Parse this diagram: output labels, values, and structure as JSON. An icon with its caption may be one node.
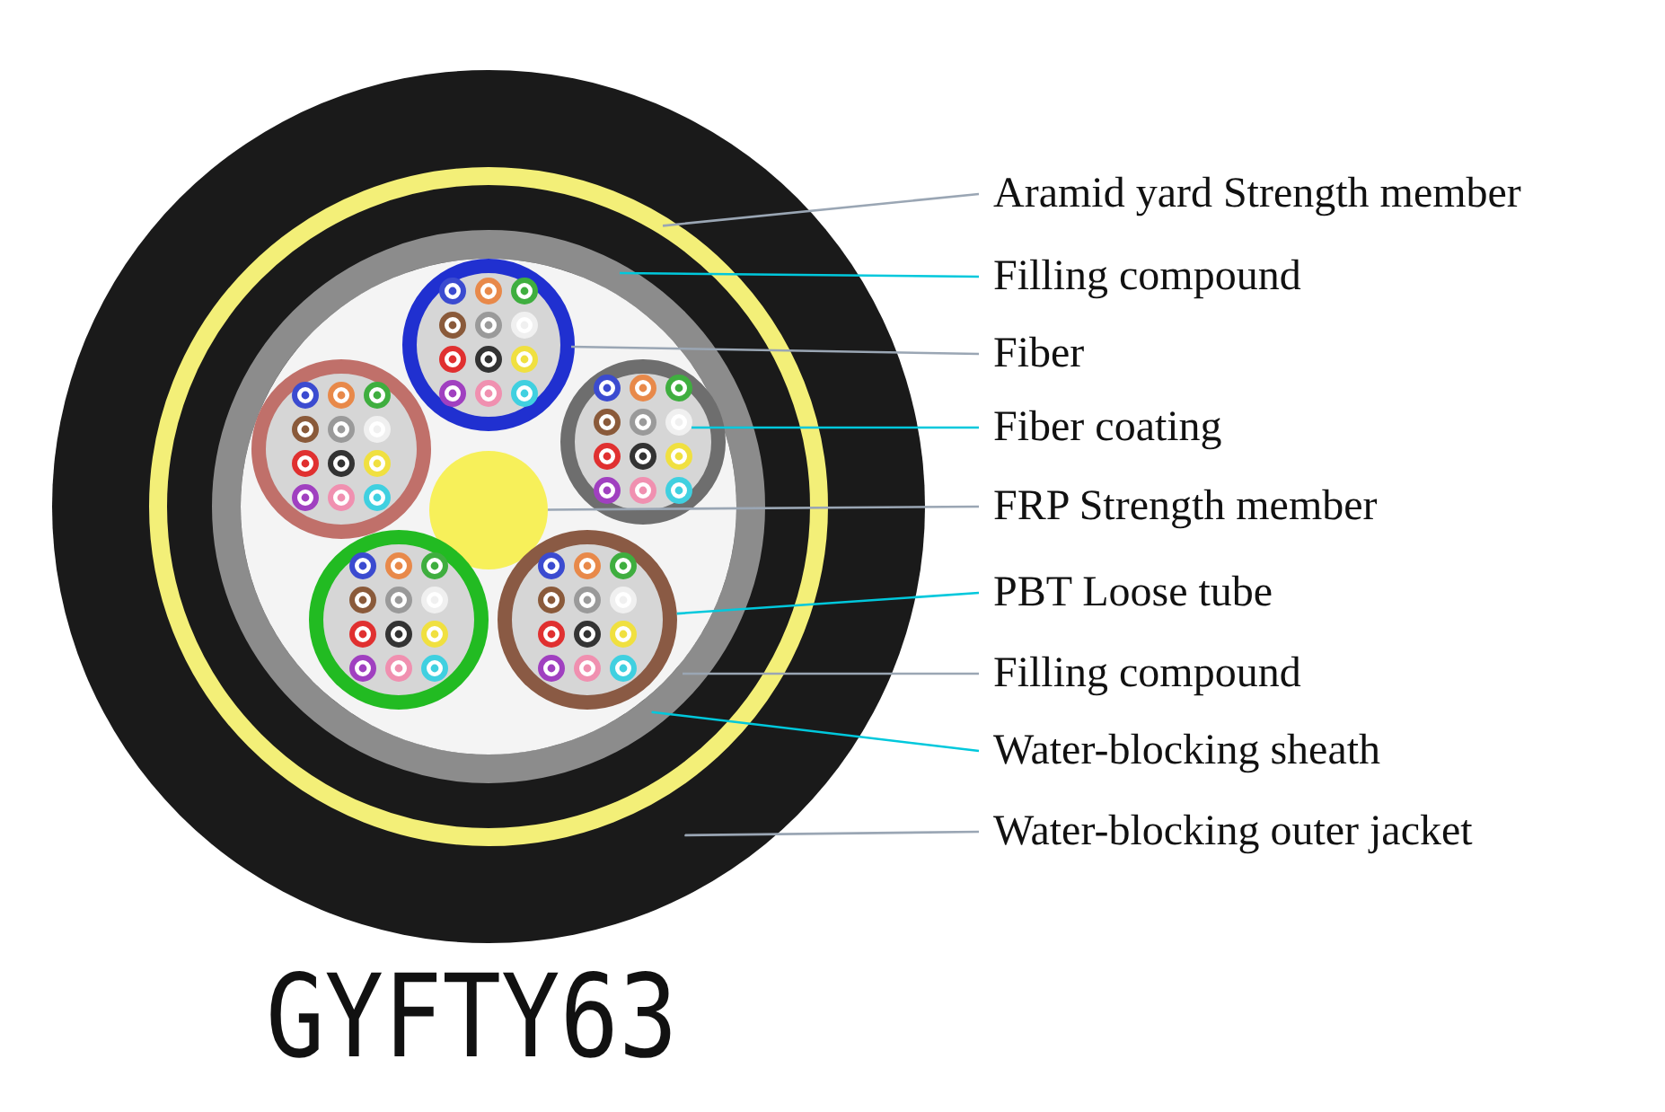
{
  "diagram": {
    "title": "GYFTY63",
    "nodes": [
      {
        "text": [
          "Aramid yard Strength member"
        ]
      },
      {
        "text": [
          "Filling compound"
        ]
      },
      {
        "text": [
          "Fiber"
        ]
      },
      {
        "text": [
          "Fiber coating"
        ]
      },
      {
        "text": [
          "FRP Strength member"
        ]
      },
      {
        "text": [
          "PBT Loose tube"
        ]
      },
      {
        "text": [
          "Filling compound"
        ]
      },
      {
        "text": [
          "Water-blocking sheath"
        ]
      },
      {
        "text": [
          "Water-blocking outer jacket"
        ]
      },
      {
        "text": [],
        "shape": "circle"
      },
      {
        "text": [],
        "shape": "circle",
        "in": 9
      },
      {
        "text": [],
        "shape": "circle",
        "in": 10
      },
      {
        "text": [],
        "shape": "circle",
        "in": 11
      },
      {
        "text": [],
        "shape": "circle",
        "in": 11
      },
      {
        "text": [],
        "shape": "circle",
        "in": 11
      },
      {
        "text": [],
        "shape": "circle",
        "in": 11
      },
      {
        "text": [],
        "shape": "circle",
        "in": 11
      },
      {
        "text": [],
        "shape": "circle",
        "in": 11
      }
    ],
    "edges": [
      {
        "from": 0,
        "to": 10,
        "arrow": "none"
      },
      {
        "from": 1,
        "to": 10,
        "arrow": "none",
        "color": "#00c8dc"
      },
      {
        "from": 2,
        "to": 13,
        "arrow": "none"
      },
      {
        "from": 3,
        "to": 15,
        "arrow": "none",
        "color": "#00c8dc"
      },
      {
        "from": 4,
        "to": 12,
        "arrow": "none"
      },
      {
        "from": 5,
        "to": 17,
        "arrow": "none",
        "color": "#00c8dc"
      },
      {
        "from": 6,
        "to": 11,
        "arrow": "none"
      },
      {
        "from": 7,
        "to": 11,
        "arrow": "none",
        "color": "#00c8dc"
      },
      {
        "from": 8,
        "to": 9,
        "arrow": "none"
      }
    ]
  }
}
